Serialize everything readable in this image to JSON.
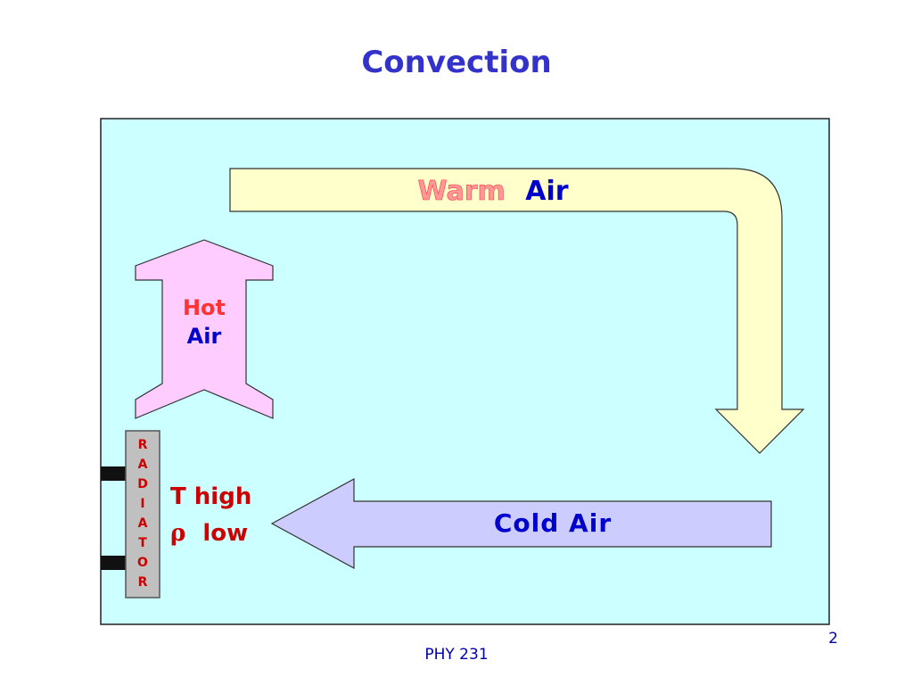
{
  "slide": {
    "title": "Convection",
    "footer": "PHY 231",
    "page_number": "2"
  },
  "diagram": {
    "warm_air": {
      "word1": "Warm",
      "word2": "Air"
    },
    "hot_air": {
      "line1": "Hot",
      "line2": "Air"
    },
    "cold_air": "Cold Air",
    "radiator_letters": [
      "R",
      "A",
      "D",
      "I",
      "A",
      "T",
      "O",
      "R"
    ],
    "annotation": {
      "line1": "T high",
      "rho_symbol": "ρ",
      "line2_text": "low"
    },
    "colors": {
      "panel_background": "#ccffff",
      "warm_air_arrow": "#ffffcc",
      "hot_air_arrow": "#ffccff",
      "cold_air_arrow": "#ccccff",
      "radiator_body": "#c0c0c0",
      "label_red": "#ff3333",
      "label_blue": "#0000cc",
      "title_blue": "#3333cc"
    }
  }
}
